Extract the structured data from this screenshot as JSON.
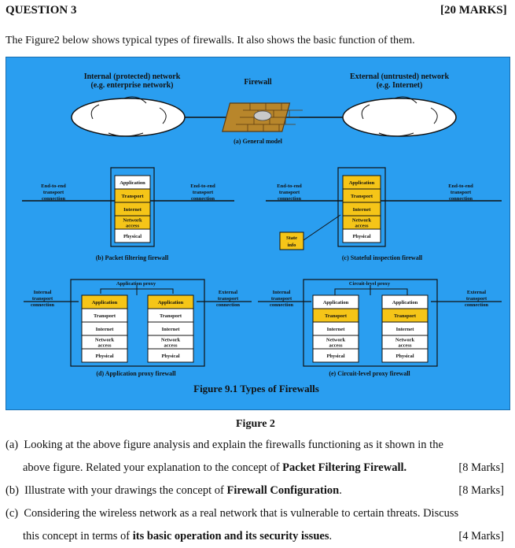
{
  "header": {
    "question": "QUESTION 3",
    "marks": "[20 MARKS]"
  },
  "intro": "The Figure2 below shows typical types of firewalls. It also shows the basic function of them.",
  "figure": {
    "a": {
      "internal_line1": "Internal (protected) network",
      "internal_line2": "(e.g. enterprise network)",
      "firewall": "Firewall",
      "external_line1": "External (untrusted) network",
      "external_line2": "(e.g. Internet)",
      "caption": "(a) General model"
    },
    "stack": [
      "Application",
      "Transport",
      "Internet",
      "Network access",
      "Physical"
    ],
    "b": {
      "left_label": "End-to-end transport connection",
      "right_label": "End-to-end transport connection",
      "caption": "(b) Packet filtering firewall"
    },
    "c": {
      "left_label": "End-to-end transport connection",
      "right_label": "End-to-end transport connection",
      "state": "State info",
      "caption": "(c) Stateful inspection firewall"
    },
    "d": {
      "proxy": "Application proxy",
      "left_label": "Internal transport connection",
      "right_label": "External transport connection",
      "caption": "(d) Application proxy firewall"
    },
    "e": {
      "proxy": "Circuit-level proxy",
      "left_label": "Internal transport connection",
      "right_label": "External transport connection",
      "caption": "(e) Circuit-level proxy firewall"
    },
    "title": "Figure 9.1 Types of Firewalls",
    "colors": {
      "background": "#2a9ef0",
      "highlight": "#f5c518",
      "box": "#ffffff",
      "wall": "#b8862b"
    }
  },
  "figure_caption": "Figure 2",
  "questions": [
    {
      "label": "(a)",
      "pre": "Looking at the above figure analysis and explain the firewalls functioning as it shown in the",
      "cont": "above figure. Related your explanation to the concept of ",
      "bold": "Packet Filtering Firewall.",
      "marks": "[8 Marks]"
    },
    {
      "label": "(b)",
      "pre": "Illustrate with your drawings the concept of ",
      "bold": "Firewall Configuration",
      "post": ".",
      "marks": "[8 Marks]"
    },
    {
      "label": "(c)",
      "pre": "Considering the wireless network as a real network that is vulnerable to certain threats. Discuss",
      "cont": "this concept in terms of ",
      "bold": "its basic operation and its security issues",
      "post": ".",
      "marks": "[4 Marks]"
    }
  ]
}
